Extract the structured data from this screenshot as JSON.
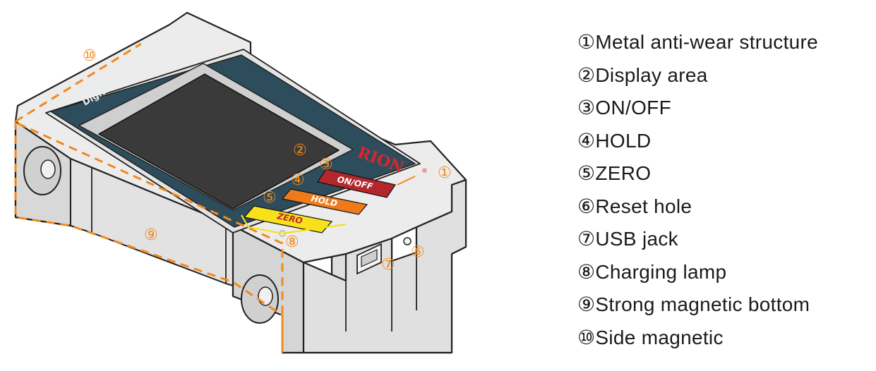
{
  "device": {
    "brand": "RION",
    "registered": "®",
    "model_text": "Digital Inclinometer",
    "buttons": {
      "on_off": "ON/OFF",
      "hold": "HOLD",
      "zero": "ZERO"
    }
  },
  "callouts": [
    "①",
    "②",
    "③",
    "④",
    "⑤",
    "⑥",
    "⑦",
    "⑧",
    "⑨",
    "⑩"
  ],
  "legend": [
    {
      "num": "①",
      "label": "Metal anti-wear structure"
    },
    {
      "num": "②",
      "label": "Display area"
    },
    {
      "num": "③",
      "label": "ON/OFF"
    },
    {
      "num": "④",
      "label": "HOLD"
    },
    {
      "num": "⑤",
      "label": "ZERO"
    },
    {
      "num": "⑥",
      "label": "Reset hole"
    },
    {
      "num": "⑦",
      "label": "USB jack"
    },
    {
      "num": "⑧",
      "label": "Charging lamp"
    },
    {
      "num": "⑨",
      "label": "Strong magnetic bottom"
    },
    {
      "num": "⑩",
      "label": "Side magnetic"
    }
  ],
  "colors": {
    "callout": "#f08a1c",
    "panel": "#2e4d5c",
    "screen": "#3a3a3a",
    "body_top": "#e9e9e9",
    "body_side": "#dcdcdc",
    "outline": "#222222",
    "on_off_button": "#b3262b",
    "hold_button": "#ef7a1a",
    "zero_button": "#f7e11b",
    "brand": "#d9262d"
  }
}
